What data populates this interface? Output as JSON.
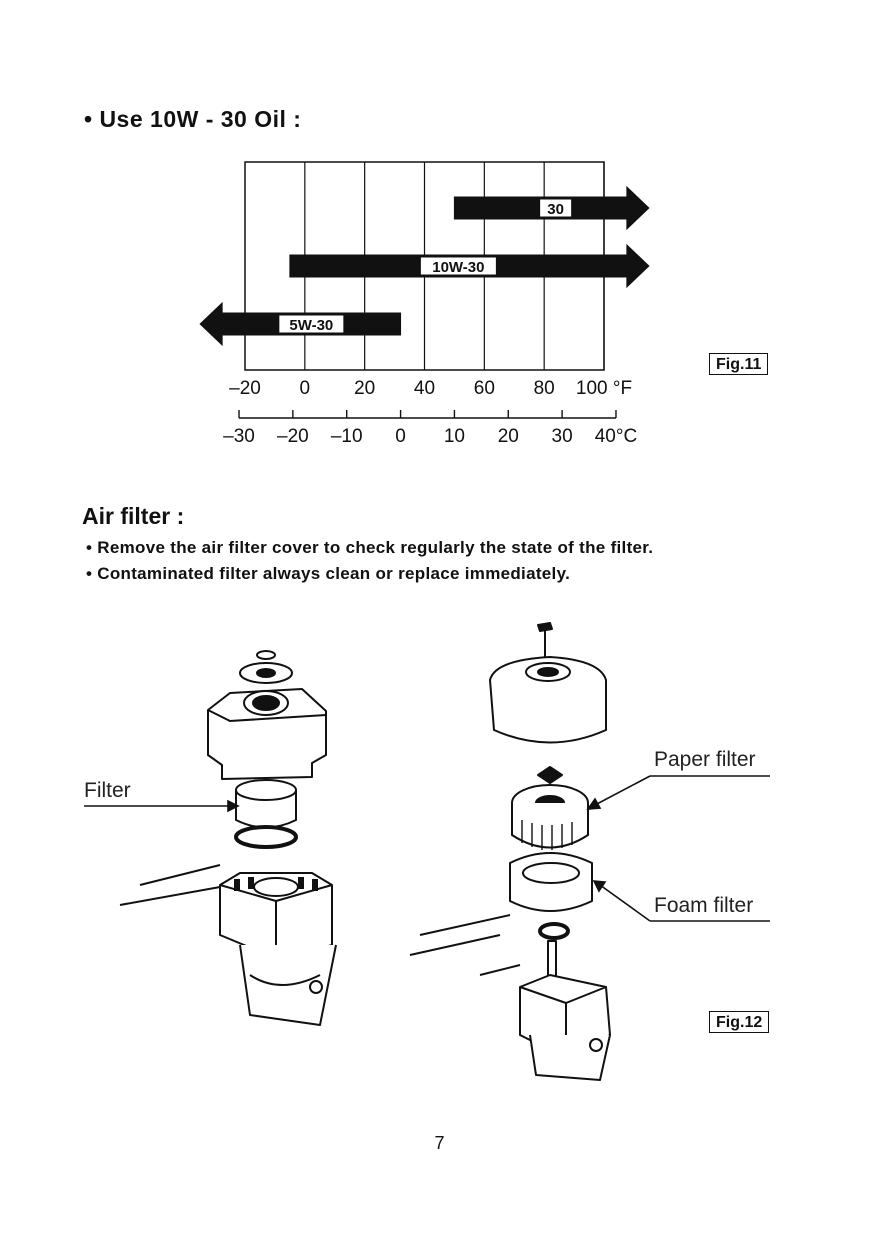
{
  "oil": {
    "heading": "• Use 10W - 30 Oil :",
    "figure_label": "Fig.11"
  },
  "chart_data": {
    "type": "range-bar",
    "title": "",
    "x_axis_primary": {
      "unit": "°F",
      "ticks": [
        "–20",
        "0",
        "20",
        "40",
        "60",
        "80",
        "100"
      ],
      "unit_label": "°F"
    },
    "x_axis_secondary": {
      "unit": "°C",
      "ticks": [
        "–30",
        "–20",
        "–10",
        "0",
        "10",
        "20",
        "30",
        "40"
      ],
      "unit_label": "°C"
    },
    "series": [
      {
        "name": "30",
        "from_f": 50,
        "to_f": 115,
        "open_end": "right"
      },
      {
        "name": "10W-30",
        "from_f": -5,
        "to_f": 115,
        "open_end": "right"
      },
      {
        "name": "5W-30",
        "from_f": -35,
        "to_f": 32,
        "open_end": "left"
      }
    ],
    "xlim_f": [
      -20,
      100
    ],
    "grid": true
  },
  "air_filter": {
    "heading": "Air filter :",
    "bullets": [
      "• Remove the air filter cover to check regularly the state of the filter.",
      "• Contaminated filter always clean or replace immediately."
    ],
    "callouts": {
      "filter": "Filter",
      "paper_filter": "Paper filter",
      "foam_filter": "Foam filter"
    },
    "figure_label": "Fig.12"
  },
  "page": {
    "number": "7"
  }
}
